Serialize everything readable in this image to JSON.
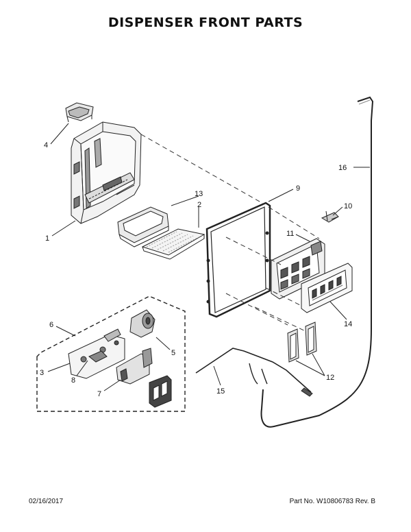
{
  "page": {
    "title": "DISPENSER FRONT PARTS",
    "date": "02/16/2017",
    "part_no": "Part No. W10806783  Rev. B"
  },
  "callouts": [
    {
      "label": "1"
    },
    {
      "label": "2"
    },
    {
      "label": "3"
    },
    {
      "label": "4"
    },
    {
      "label": "5"
    },
    {
      "label": "6"
    },
    {
      "label": "7"
    },
    {
      "label": "8"
    },
    {
      "label": "9"
    },
    {
      "label": "10"
    },
    {
      "label": "11"
    },
    {
      "label": "12"
    },
    {
      "label": "13"
    },
    {
      "label": "14"
    },
    {
      "label": "15"
    },
    {
      "label": "16"
    }
  ]
}
